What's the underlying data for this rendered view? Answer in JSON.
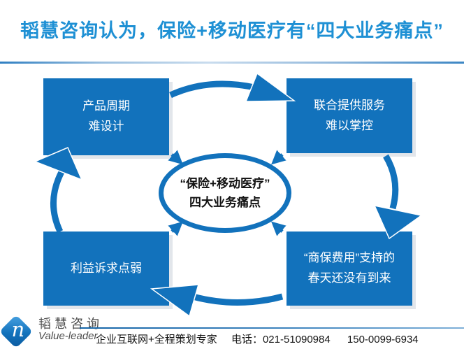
{
  "title": "韬慧咨询认为，保险+移动医疗有“四大业务痛点”",
  "colors": {
    "primary_blue": "#1272BC",
    "title_blue": "#1E90D4",
    "text_dark": "#4D4D4D"
  },
  "diagram": {
    "boxes": [
      {
        "id": "top-left",
        "lines": [
          "产品周期",
          "难设计"
        ]
      },
      {
        "id": "top-right",
        "lines": [
          "联合提供服务",
          "难以掌控"
        ]
      },
      {
        "id": "bottom-left",
        "lines": [
          "利益诉求点弱"
        ]
      },
      {
        "id": "bottom-right",
        "lines": [
          "“商保费用”支持的",
          "春天还没有到来"
        ]
      }
    ],
    "center": {
      "lines": [
        "“保险+移动医疗”",
        "四大业务痛点"
      ]
    }
  },
  "footer": {
    "logo_letter": "n",
    "company_cn": "韬慧咨询",
    "company_en": "Value-leader",
    "tagline": "企业互联网+全程策划专家",
    "phone_label": "电话：",
    "phone_number": "021-51090984",
    "mobile_number": "150-0099-6934"
  }
}
